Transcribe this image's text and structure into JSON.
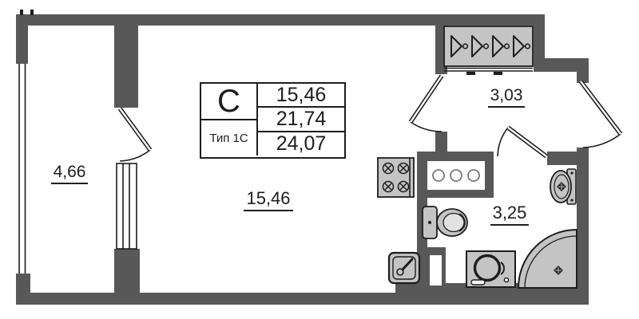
{
  "legend": {
    "letter": "С",
    "type_label": "Тип 1С",
    "rows": [
      "15,46",
      "21,74",
      "24,07"
    ]
  },
  "rooms": {
    "balcony": "4,66",
    "living": "15,46",
    "hall": "3,03",
    "bathroom": "3,25"
  },
  "icons": {
    "hanger": "triangle-with-hook",
    "stove": "four-burner-cooktop",
    "kitchen_sink": "square-sink-with-faucet",
    "toilet": "tank-and-bowl",
    "washbasin": "oval-basin-on-wall",
    "washing_machine": "front-load-drum",
    "shower": "quarter-circle-tray",
    "risers": "three-circles-shaft"
  },
  "colors": {
    "wall": "#585858",
    "furniture": "#c4c4c4",
    "line": "#1d1d1d",
    "background": "#ffffff"
  }
}
